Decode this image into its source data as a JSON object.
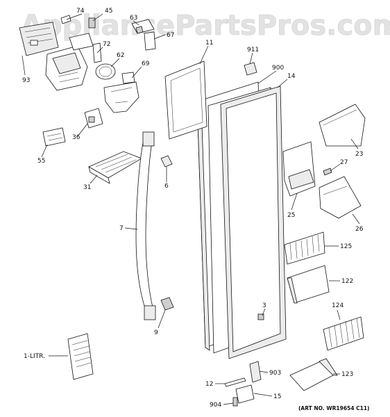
{
  "watermark": "AppliancePartsPros.com",
  "art_number": "(ART NO. WR19654 C11)",
  "callouts": {
    "p74": "74",
    "p45": "45",
    "p63": "63",
    "p67": "67",
    "p72": "72",
    "p62": "62",
    "p69": "69",
    "p93": "93",
    "p11": "11",
    "p911": "911",
    "p900": "900",
    "p14": "14",
    "p36": "36",
    "p55": "55",
    "p31": "31",
    "p6": "6",
    "p7": "7",
    "p23": "23",
    "p27": "27",
    "p25": "25",
    "p26": "26",
    "p125": "125",
    "p122": "122",
    "p3": "3",
    "p9": "9",
    "p124": "124",
    "p1litr": "1-LITR.",
    "p903": "903",
    "p12": "12",
    "p15": "15",
    "p123": "123",
    "p904": "904"
  }
}
